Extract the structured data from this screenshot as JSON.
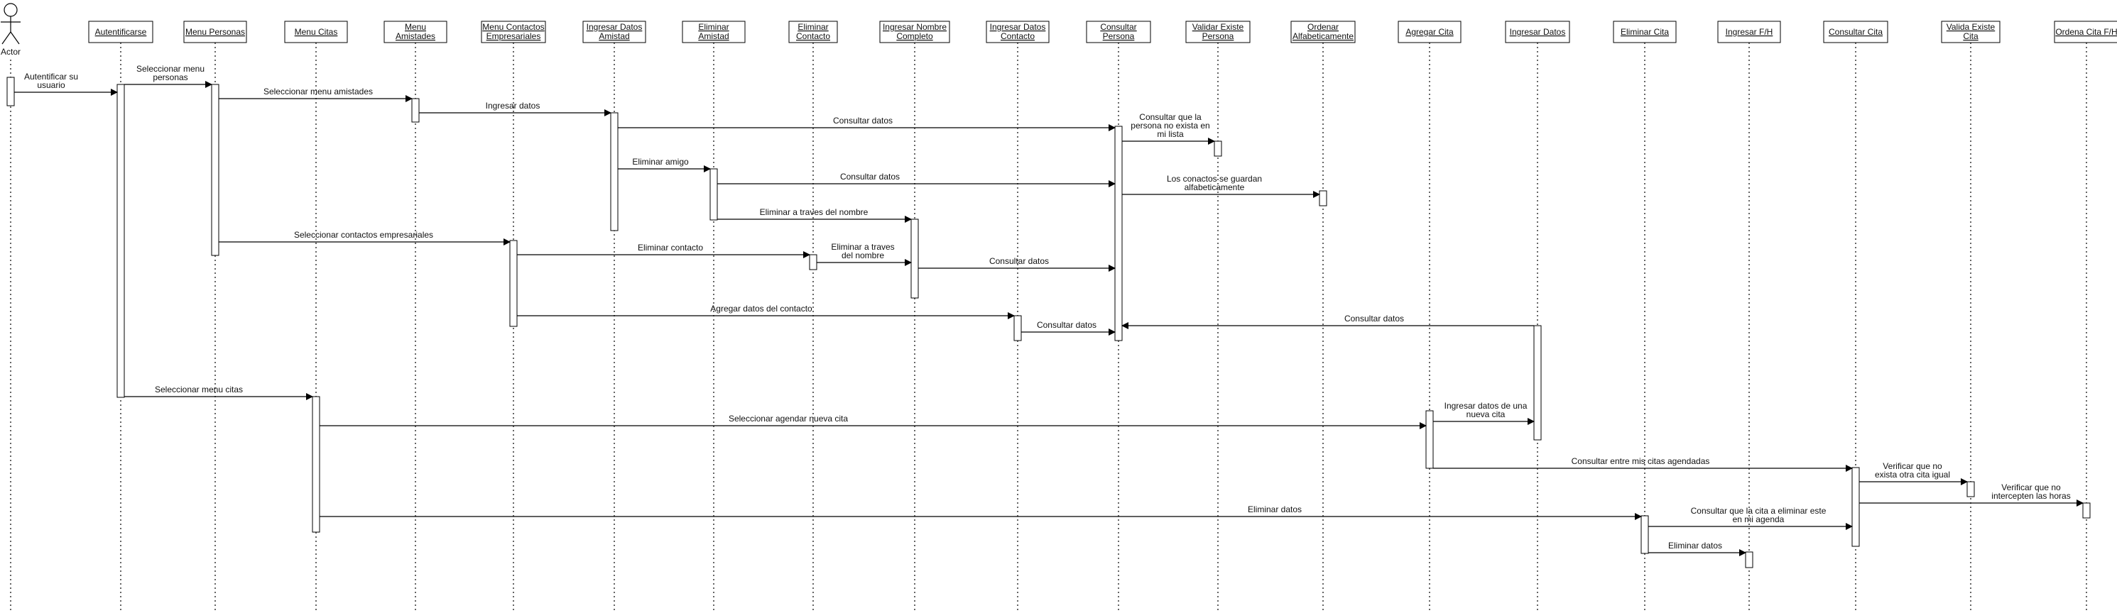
{
  "actor": {
    "label": "Actor"
  },
  "participants": [
    {
      "id": "autenticarse",
      "label": [
        "Autentificarse"
      ]
    },
    {
      "id": "menu-personas",
      "label": [
        "Menu Personas"
      ]
    },
    {
      "id": "menu-citas",
      "label": [
        "Menu Citas"
      ]
    },
    {
      "id": "menu-amistades",
      "label": [
        "Menu",
        "Amistades"
      ]
    },
    {
      "id": "menu-contactos-empresariales",
      "label": [
        "Menu Contactos",
        "Empresariales"
      ]
    },
    {
      "id": "ingresar-datos-amistad",
      "label": [
        "Ingresar Datos",
        "Amistad"
      ]
    },
    {
      "id": "eliminar-amistad",
      "label": [
        "Eliminar",
        "Amistad"
      ]
    },
    {
      "id": "eliminar-contacto",
      "label": [
        "Eliminar",
        "Contacto"
      ]
    },
    {
      "id": "ingresar-nombre-completo",
      "label": [
        "Ingresar Nombre",
        "Completo"
      ]
    },
    {
      "id": "ingresar-datos-contacto",
      "label": [
        "Ingresar Datos",
        "Contacto"
      ]
    },
    {
      "id": "consultar-persona",
      "label": [
        "Consultar",
        "Persona"
      ]
    },
    {
      "id": "validar-existe-persona",
      "label": [
        "Validar Existe",
        "Persona"
      ]
    },
    {
      "id": "ordenar-alfabeticamente",
      "label": [
        "Ordenar",
        "Alfabeticamente"
      ]
    },
    {
      "id": "agregar-cita",
      "label": [
        "Agregar Cita"
      ]
    },
    {
      "id": "ingresar-datos",
      "label": [
        "Ingresar Datos"
      ]
    },
    {
      "id": "eliminar-cita",
      "label": [
        "Eliminar Cita"
      ]
    },
    {
      "id": "ingresar-fh",
      "label": [
        "Ingresar F/H"
      ]
    },
    {
      "id": "consultar-cita",
      "label": [
        "Consultar Cita"
      ]
    },
    {
      "id": "valida-existe-cita",
      "label": [
        "Valida Existe",
        "Cita"
      ]
    },
    {
      "id": "ordena-cita-fh",
      "label": [
        "Ordena Cita F/H"
      ]
    }
  ],
  "messages": [
    {
      "label": [
        "Autentificar su",
        "usuario"
      ]
    },
    {
      "label": [
        "Seleccionar menu",
        "personas"
      ]
    },
    {
      "label": [
        "Seleccionar menu amistades"
      ]
    },
    {
      "label": [
        "Ingresar datos"
      ]
    },
    {
      "label": [
        "Consultar datos"
      ]
    },
    {
      "label": [
        "Consultar que la",
        "persona no exista en",
        "mi lista"
      ]
    },
    {
      "label": [
        "Eliminar amigo"
      ]
    },
    {
      "label": [
        "Consultar datos"
      ]
    },
    {
      "label": [
        "Los conactos se guardan",
        "alfabeticamente"
      ]
    },
    {
      "label": [
        "Eliminar a traves del nombre"
      ]
    },
    {
      "label": [
        "Seleccionar contactos empresariales"
      ]
    },
    {
      "label": [
        "Eliminar contacto"
      ]
    },
    {
      "label": [
        "Eliminar a traves",
        "del nombre"
      ]
    },
    {
      "label": [
        "Consultar datos"
      ]
    },
    {
      "label": [
        "Agregar datos del contacto"
      ]
    },
    {
      "label": [
        "Consultar datos"
      ]
    },
    {
      "label": [
        "Consultar datos"
      ]
    },
    {
      "label": [
        "Seleccionar menu citas"
      ]
    },
    {
      "label": [
        "Seleccionar agendar nueva cita"
      ]
    },
    {
      "label": [
        "Ingresar datos de una",
        "nueva cita"
      ]
    },
    {
      "label": [
        "Consultar entre mis citas agendadas"
      ]
    },
    {
      "label": [
        "Verificar que no",
        "exista otra cita igual"
      ]
    },
    {
      "label": [
        "Verificar que no",
        "intercepten las horas"
      ]
    },
    {
      "label": [
        "Eliminar datos"
      ]
    },
    {
      "label": [
        "Consultar que la cita a eliminar este",
        "en mi agenda"
      ]
    },
    {
      "label": [
        "Eliminar datos"
      ]
    }
  ]
}
